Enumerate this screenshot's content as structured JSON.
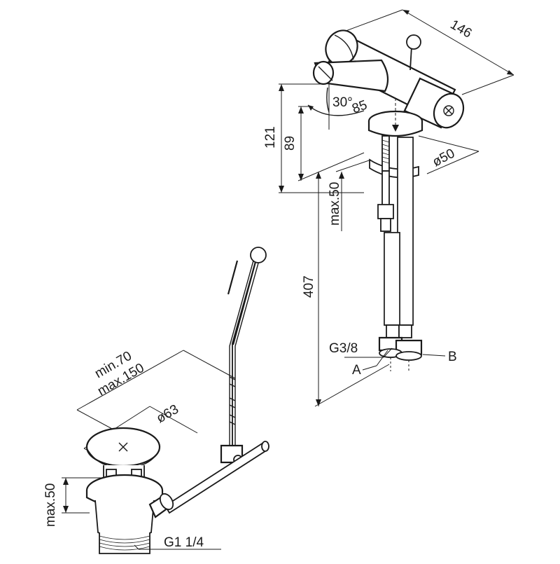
{
  "dimensions": {
    "width_146": "146",
    "height_121": "121",
    "height_89": "89",
    "angle_30": "30°",
    "angle_85": "85",
    "diameter_50": "ø50",
    "max_50_top": "max.50",
    "height_407": "407",
    "thread_g38": "G3/8",
    "min_70": "min.70",
    "max_150": "max.150",
    "diameter_63": "ø63",
    "max_50_bottom": "max.50",
    "thread_g114": "G1 1/4"
  },
  "labels": {
    "a": "A",
    "b": "B"
  },
  "colors": {
    "line": "#1a1a1a",
    "background": "#ffffff"
  }
}
